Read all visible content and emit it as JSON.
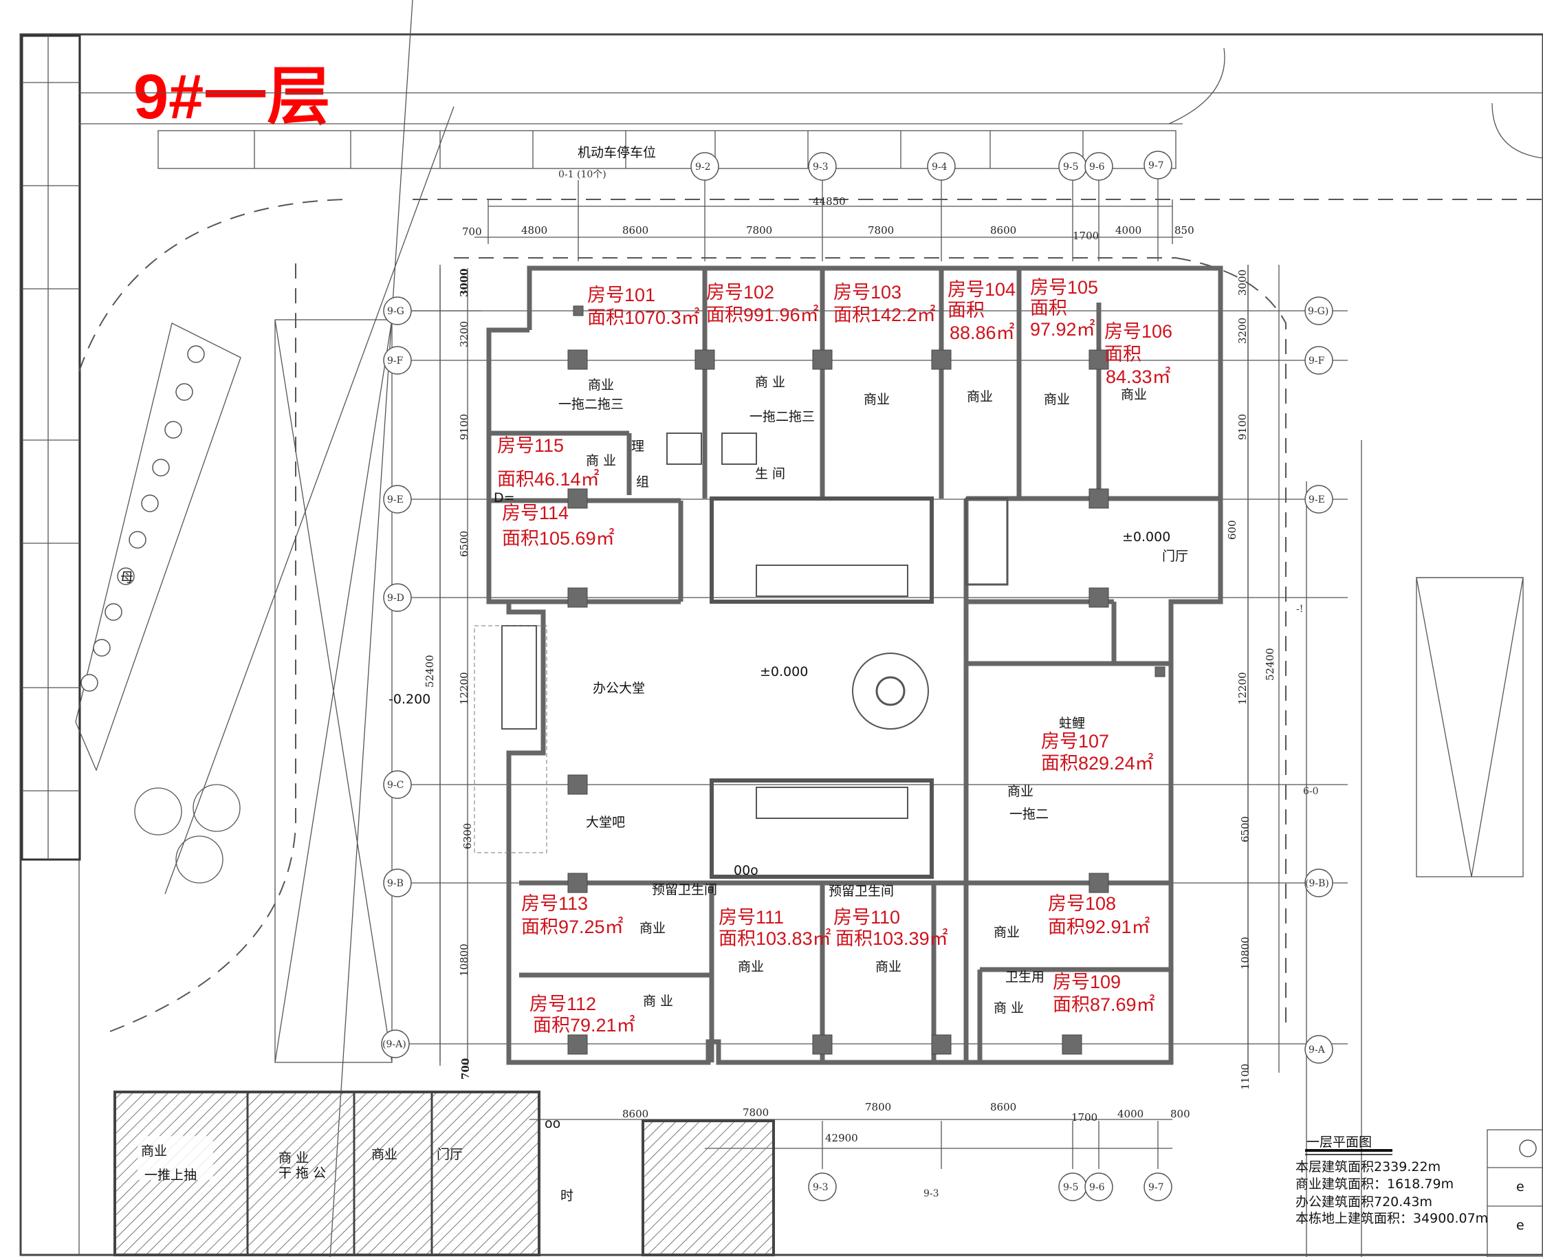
{
  "title": "9#一层",
  "parking": {
    "label": "机动车停车位",
    "count": "0-1 (10个)"
  },
  "top_dims": {
    "total": "44850",
    "segments": [
      "700",
      "4800",
      "8600",
      "7800",
      "7800",
      "8600",
      "1700",
      "4000",
      "850"
    ]
  },
  "bottom_dims": {
    "total": "42900",
    "segments": [
      "8600",
      "7800",
      "7800",
      "8600",
      "1700",
      "4000",
      "800"
    ]
  },
  "left_dims": [
    "3000",
    "3200",
    "9100",
    "6500",
    "12200",
    "6300",
    "10800",
    "700"
  ],
  "left_total": "52400",
  "right_dims": [
    "3000",
    "3200",
    "9100",
    "600",
    "12200",
    "6500",
    "10800",
    "1100"
  ],
  "right_total": "52400",
  "top_axes": [
    "9-2",
    "9-3",
    "9-4",
    "9-5",
    "9-6",
    "9-7"
  ],
  "bottom_axes": [
    "9-3",
    "9-3",
    "9-5",
    "9-6",
    "9-7"
  ],
  "left_axes": [
    "9-G",
    "9-F",
    "9-E",
    "9-D",
    "9-C",
    "9-B",
    "(9-A)"
  ],
  "right_axes": [
    "9-G)",
    "9-F",
    "9-E",
    "-!",
    "6-0",
    "(9-B)",
    "9-A"
  ],
  "rooms": [
    {
      "no": "房号101",
      "area": "面积1070.3㎡"
    },
    {
      "no": "房号102",
      "area": "面积991.96㎡"
    },
    {
      "no": "房号103",
      "area": "面积142.2㎡"
    },
    {
      "no": "房号104",
      "area_label": "面积",
      "area": "88.86㎡"
    },
    {
      "no": "房号105",
      "area_label": "面积",
      "area": "97.92㎡"
    },
    {
      "no": "房号106",
      "area_label": "面积",
      "area": "84.33㎡"
    },
    {
      "no": "房号107",
      "area": "面积829.24㎡"
    },
    {
      "no": "房号108",
      "area": "面积92.91㎡"
    },
    {
      "no": "房号109",
      "area": "面积87.69㎡"
    },
    {
      "no": "房号110",
      "area": "面积103.39㎡"
    },
    {
      "no": "房号111",
      "area": "面积103.83㎡"
    },
    {
      "no": "房号112",
      "area": "面积79.21㎡"
    },
    {
      "no": "房号113",
      "area": "面积97.25㎡"
    },
    {
      "no": "房号114",
      "area": "面积105.69㎡"
    },
    {
      "no": "房号115",
      "area": "面积46.14㎡"
    }
  ],
  "labels": {
    "shangye": "商业",
    "shangye_sp": "商 业",
    "yituo_ersan": "一拖二拖三",
    "yituo_er": "一拖二",
    "office_lobby": "办公大堂",
    "lobby_bar": "大堂吧",
    "entrance_hall": "门厅",
    "elevation_0": "±0.000",
    "elevation_neg": "-0.200",
    "group": "组",
    "manage": "理",
    "toilet_reserved": "预留卫生间",
    "toilet": "卫生用",
    "mother": "母",
    "ooo": "00o",
    "shi": "时",
    "oo": "oo",
    "frog": "蛀鲤",
    "sheng": "生 间",
    "di": "D="
  },
  "annex": {
    "shangye": "商业",
    "tui": "一推上抽",
    "shangye2": "商 业",
    "gan": "干 拖 公",
    "shangye3": "商业",
    "menting": "门厅"
  },
  "legend": {
    "title": "一层平面图",
    "floor_area_label": "本层建筑面积",
    "floor_area_value": "2339.22m",
    "commercial": "商业建筑面积：1618.79m",
    "office": "办公建筑面积720.43m",
    "building_total": "本栋地上建筑面积：34900.07m"
  },
  "side_marks": [
    "e",
    "e"
  ]
}
